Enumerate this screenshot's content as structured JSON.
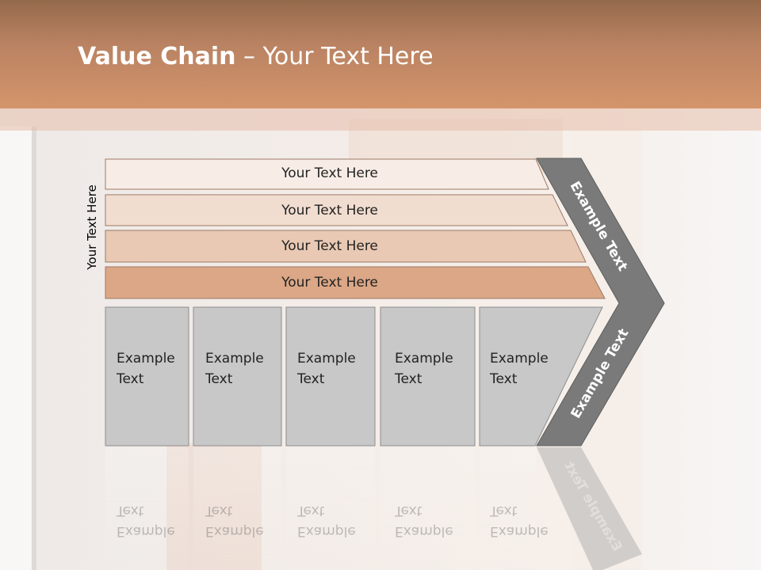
{
  "title": {
    "bold": "Value Chain",
    "rest": " – Your Text Here"
  },
  "side_label": "Your Text Here",
  "rows": [
    {
      "label": "Your Text Here",
      "color": "#f8ede6"
    },
    {
      "label": "Your Text Here",
      "color": "#f1ddd0"
    },
    {
      "label": "Your Text Here",
      "color": "#e9c9b4"
    },
    {
      "label": "Your Text Here",
      "color": "#dba786"
    }
  ],
  "boxes": [
    {
      "line1": "Example",
      "line2": "Text"
    },
    {
      "line1": "Example",
      "line2": "Text"
    },
    {
      "line1": "Example",
      "line2": "Text"
    },
    {
      "line1": "Example",
      "line2": "Text"
    },
    {
      "line1": "Example",
      "line2": "Text"
    }
  ],
  "chevron": {
    "upper": "Example Text",
    "lower": "Example Text",
    "color": "#7a7a7a"
  },
  "box_color": "#c8c8c8"
}
